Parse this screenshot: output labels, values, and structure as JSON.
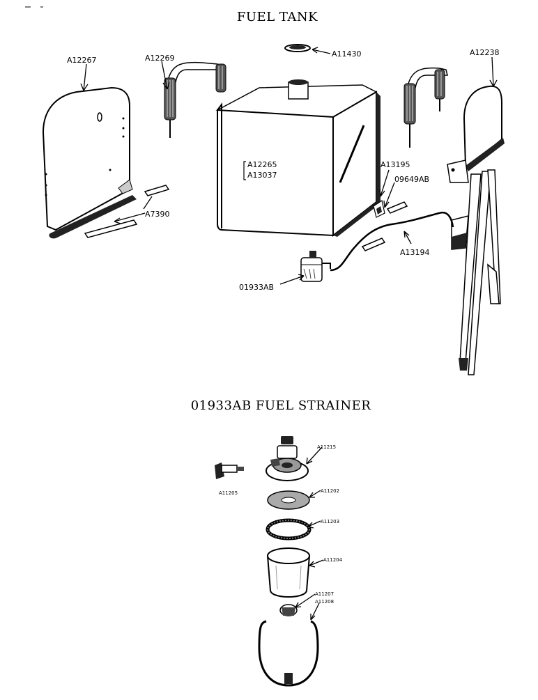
{
  "titles": {
    "fuel_tank": "FUEL TANK",
    "fuel_strainer": "01933AB FUEL STRAINER"
  },
  "labels": {
    "a12267": "A12267",
    "a12269": "A12269",
    "a11430": "A11430",
    "a12238": "A12238",
    "a12265": "A12265",
    "a13037": "A13037",
    "a13195": "A13195",
    "p09649ab": "09649AB",
    "a7390": "A7390",
    "a13194": "A13194",
    "p01933ab": "01933AB",
    "a11215": "A11215",
    "a11205": "A11205",
    "a11202": "A11202",
    "a11203": "A11203",
    "a11204": "A11204",
    "a11207": "A11207",
    "a11208": "A11208"
  }
}
